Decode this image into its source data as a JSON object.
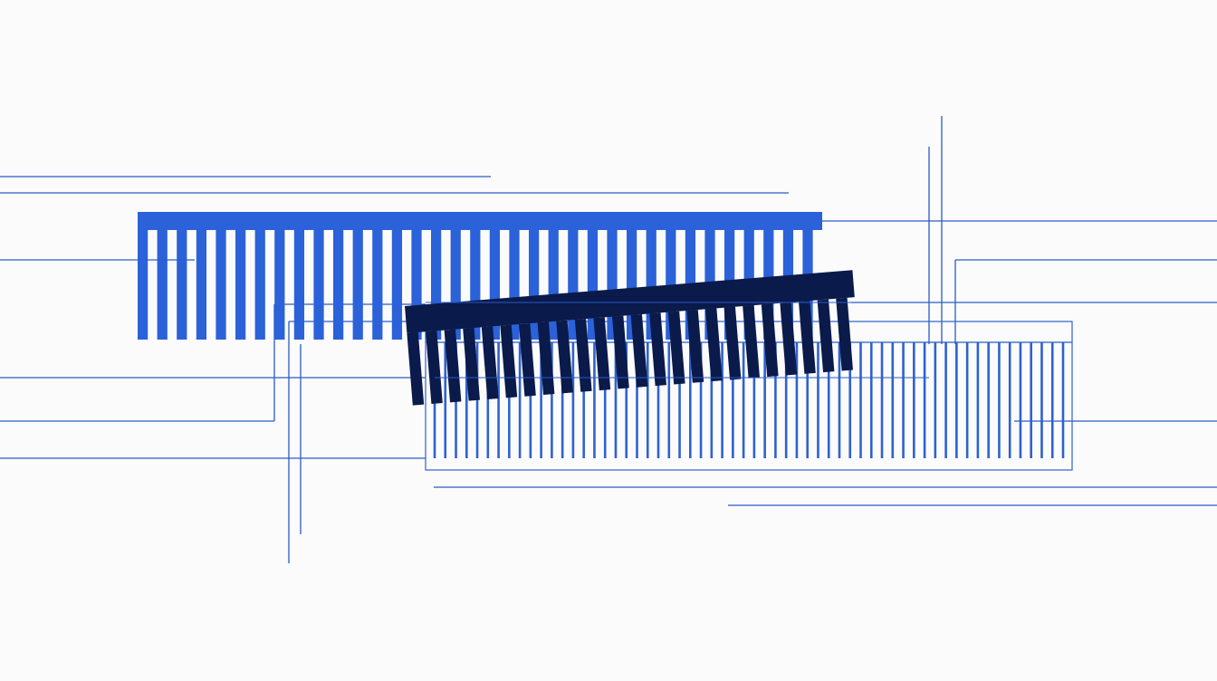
{
  "palette": {
    "background": "#fbfbfb",
    "line_blue": "#2a5bc9",
    "comb_blue": "#2b62d9",
    "comb_navy": "#0a1a4a",
    "outline_blue": "#2f62cf"
  },
  "shapes": {
    "comb_upper": {
      "name": "solid-blue-comb",
      "teeth": 35
    },
    "comb_tilted": {
      "name": "navy-tilted-comb",
      "teeth": 24
    },
    "comb_outlined": {
      "name": "outlined-thin-comb",
      "teeth": 60
    }
  }
}
